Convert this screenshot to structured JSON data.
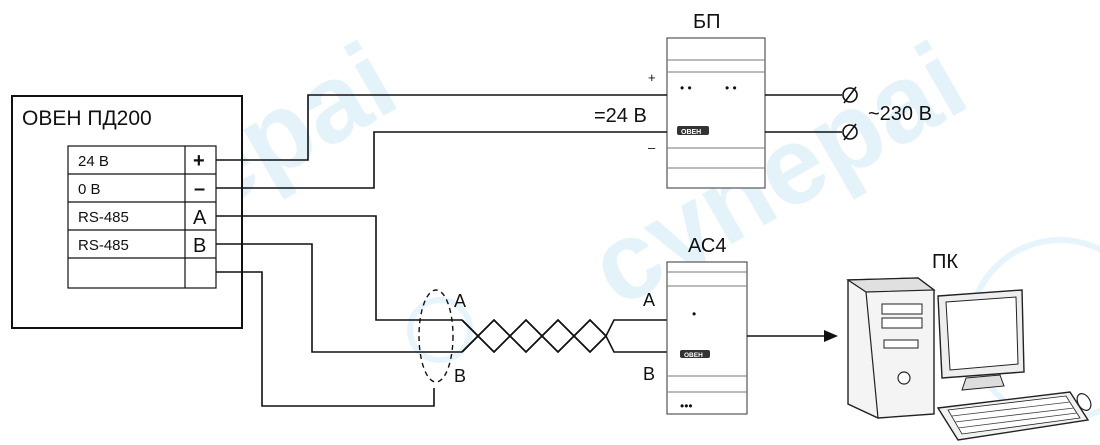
{
  "device": {
    "title": "ОВЕН ПД200",
    "rows": [
      {
        "label": "24 В",
        "term": "+"
      },
      {
        "label": "0 В",
        "term": "–"
      },
      {
        "label": "RS-485",
        "term": "A"
      },
      {
        "label": "RS-485",
        "term": "B"
      },
      {
        "label": "",
        "term": ""
      }
    ]
  },
  "power_supply": {
    "title": "БП",
    "plus": "+",
    "minus": "–",
    "dots_left": "• •",
    "dots_right": "• •",
    "brand": "OBEH"
  },
  "voltage_dc": "=24 В",
  "voltage_ac": "~230 В",
  "converter": {
    "title": "АС4",
    "a_label": "А",
    "b_label": "B",
    "dot": "•",
    "dots": "•••",
    "brand": "OBEH"
  },
  "twisted_pair": {
    "a_label": "A",
    "b_label": "B"
  },
  "pc": {
    "title": "ПК"
  },
  "watermark": {
    "text": "cynepai"
  }
}
